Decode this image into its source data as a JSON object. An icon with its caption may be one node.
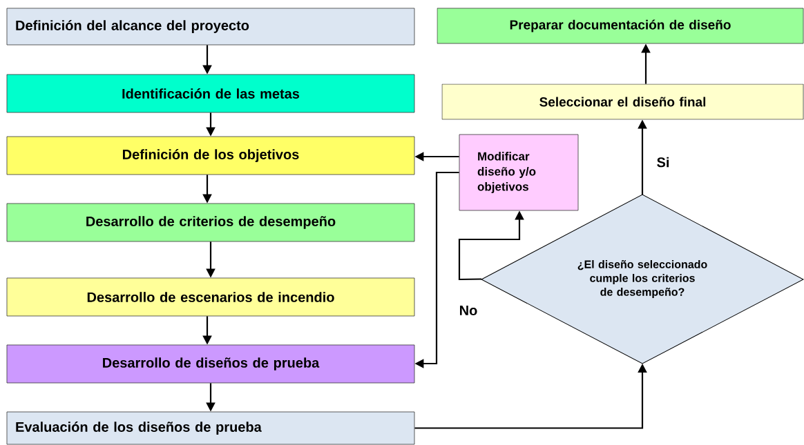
{
  "diagram": {
    "nodes": [
      {
        "text": [
          "Definición del alcance del proyecto"
        ]
      },
      {
        "text": [
          "Identificación de las metas"
        ]
      },
      {
        "text": [
          "Definición de los objetivos"
        ]
      },
      {
        "text": [
          "Desarrollo de criterios de desempeño"
        ]
      },
      {
        "text": [
          "Desarrollo de escenarios de incendio"
        ]
      },
      {
        "text": [
          "Desarrollo de diseños de prueba"
        ]
      },
      {
        "text": [
          "Evaluación de los diseños de prueba"
        ]
      },
      {
        "text": [
          "Preparar documentación de diseño"
        ]
      },
      {
        "text": [
          "Seleccionar el diseño final"
        ]
      },
      {
        "text": [
          "Modificar diseño y/o objetivos"
        ]
      },
      {
        "text": [
          "¿El diseño seleccionado cumple los criterios de desempeño?"
        ]
      }
    ],
    "edges": [
      {
        "from": 0,
        "to": 1,
        "arrow": "to"
      },
      {
        "from": 1,
        "to": 2,
        "arrow": "to"
      },
      {
        "from": 2,
        "to": 3,
        "arrow": "to"
      },
      {
        "from": 3,
        "to": 4,
        "arrow": "to"
      },
      {
        "from": 4,
        "to": 5,
        "arrow": "to"
      },
      {
        "from": 5,
        "to": 6,
        "arrow": "to"
      },
      {
        "from": 6,
        "to": 10,
        "arrow": "to"
      },
      {
        "from": 10,
        "to": 8,
        "arrow": "to",
        "label": "Si"
      },
      {
        "from": 8,
        "to": 7,
        "arrow": "to"
      },
      {
        "from": 10,
        "to": 9,
        "arrow": "to",
        "label": "No"
      },
      {
        "from": 9,
        "to": 2,
        "arrow": "to"
      },
      {
        "from": 9,
        "to": 5,
        "arrow": "to"
      }
    ]
  }
}
